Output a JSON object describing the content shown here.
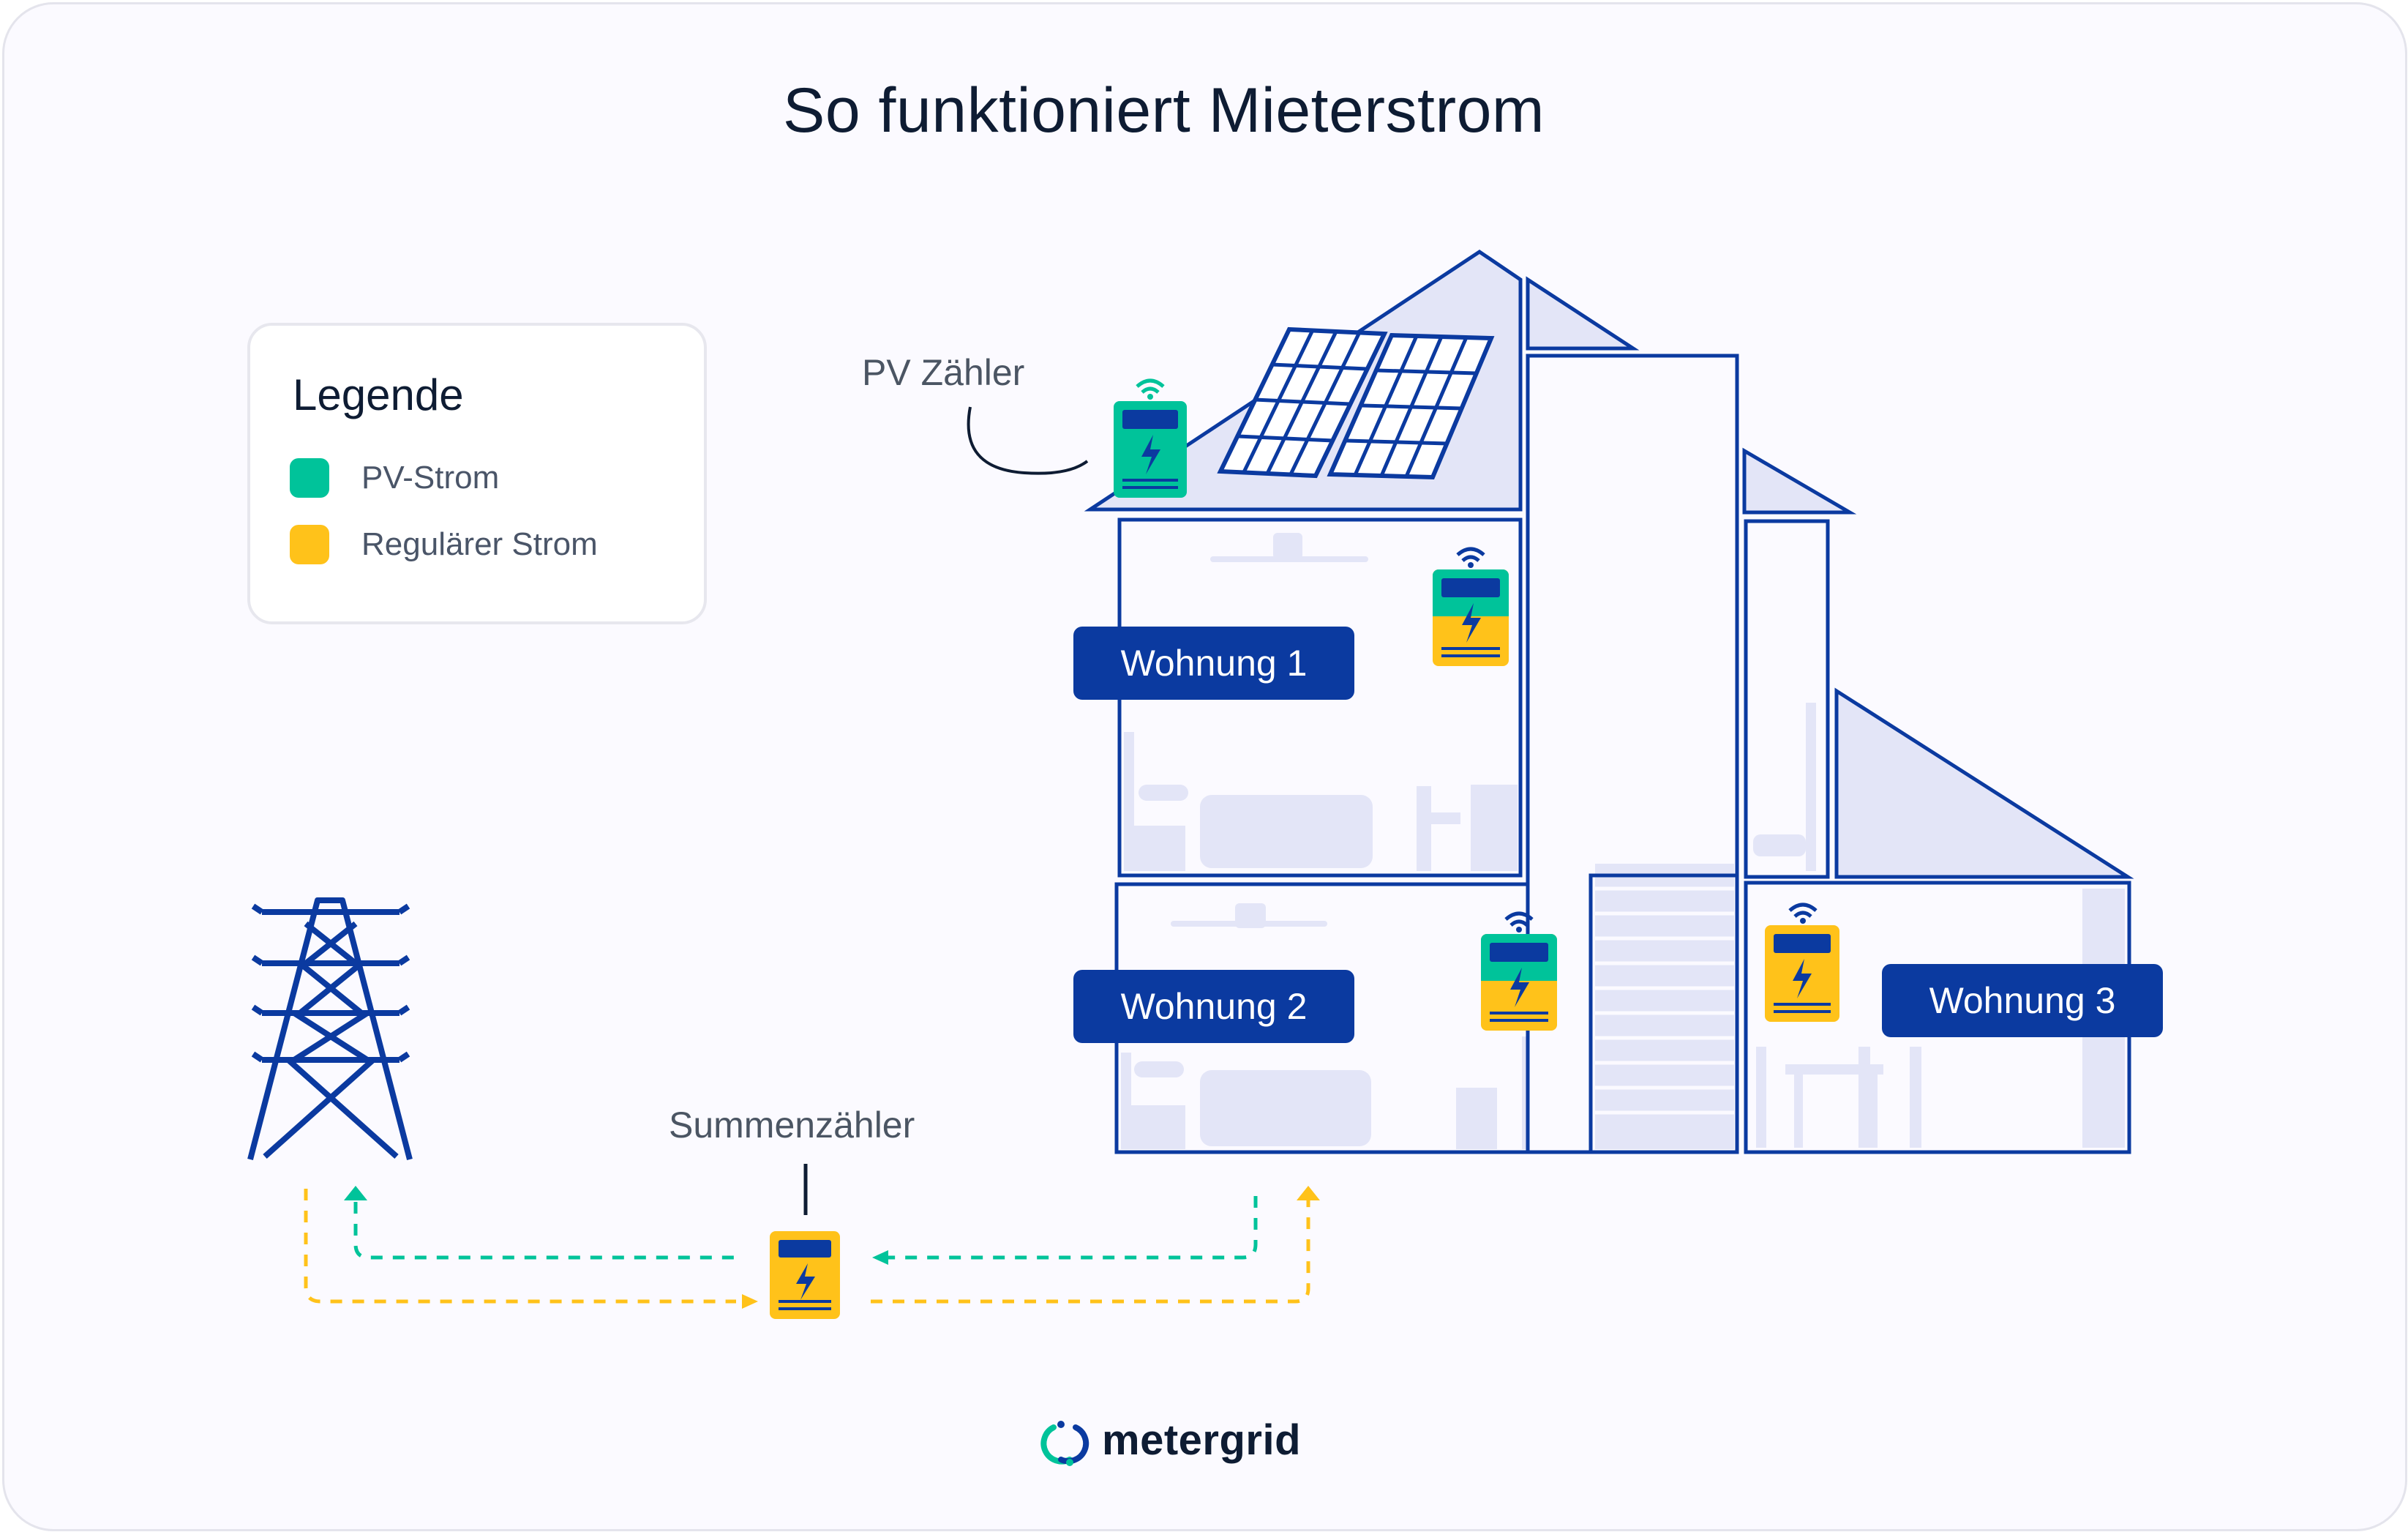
{
  "title": "So funktioniert Mieterstrom",
  "legend": {
    "title": "Legende",
    "items": [
      {
        "label": "PV-Strom",
        "color": "#00c39a"
      },
      {
        "label": "Regulärer Strom",
        "color": "#ffc21a"
      }
    ]
  },
  "labels": {
    "pv_meter": "PV Zähler",
    "sum_meter": "Summenzähler"
  },
  "apartments": [
    "Wohnung 1",
    "Wohnung 2",
    "Wohnung 3"
  ],
  "brand": {
    "name": "metergrid"
  },
  "colors": {
    "outline": "#0b3aa0",
    "fill_light": "#e3e5f7",
    "pv_green": "#00c39a",
    "grid_yellow": "#ffc21a",
    "meter_screen": "#0b3aa0",
    "text_dark": "#0e1c33"
  }
}
